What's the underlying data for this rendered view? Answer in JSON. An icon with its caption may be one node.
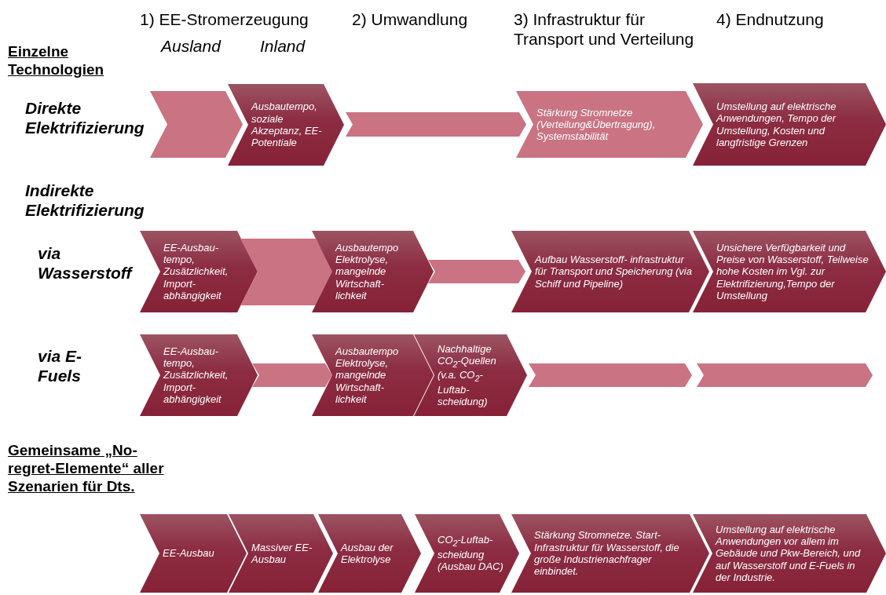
{
  "diagram": {
    "nodes": [
      {
        "text": [],
        "shape": "chevron"
      },
      {
        "text": [
          "Ausbautempo, soziale Akzeptanz, EE-Potentiale"
        ]
      },
      {
        "text": [],
        "shape": "chevron"
      },
      {
        "text": [
          "Stärkung Stromnetze (Verteilung&Übertragung), Systemstabilität"
        ]
      },
      {
        "text": [
          "Umstellung auf elektrische Anwendungen, Tempo der Umstellung, Kosten und langfristige Grenzen"
        ]
      },
      {
        "text": [
          "EE-Ausbau- tempo, Zusätzlichkeit, Import- abhängigkeit"
        ]
      },
      {
        "text": [],
        "shape": "chevron"
      },
      {
        "text": [
          "Ausbautempo Elektrolyse, mangelnde Wirtschaft- lichkeit"
        ]
      },
      {
        "text": [],
        "shape": "chevron"
      },
      {
        "text": [
          "Aufbau Wasserstoff- infrastruktur für Transport und Speicherung (via Schiff und Pipeline)"
        ]
      },
      {
        "text": [
          "Unsichere Verfügbarkeit und Preise von Wasserstoff, Teilweise hohe Kosten im Vgl. zur Elektrifizierung,Tempo der Umstellung"
        ]
      },
      {
        "text": [
          "EE-Ausbau- tempo, Zusätzlichkeit, Import- abhängigkeit"
        ]
      },
      {
        "text": [],
        "shape": "chevron"
      },
      {
        "text": [
          "Ausbautempo Elektrolyse, mangelnde Wirtschaft- lichkeit"
        ]
      },
      {
        "text": [
          "Nachhaltige CO$_{2}$-Quellen (v.a. CO$_{2}$- Luftab- scheidung)"
        ]
      },
      {
        "text": [],
        "shape": "chevron"
      },
      {
        "text": [],
        "shape": "chevron"
      },
      {
        "text": [
          "EE-Ausbau"
        ]
      },
      {
        "text": [
          "Massiver EE- Ausbau"
        ]
      },
      {
        "text": [
          "Ausbau der Elektrolyse"
        ]
      },
      {
        "text": [
          "CO$_{2}$-Luftab- scheidung (Ausbau DAC)"
        ]
      },
      {
        "text": [
          "Stärkung Stromnetze. Start-Infrastruktur für Wasserstoff, die große Industrienachfrager einbindet."
        ]
      },
      {
        "text": [
          "Umstellung auf elektrische Anwendungen vor allem im Gebäude und Pkw-Bereich, und auf Wasserstoff und E-Fuels in der Industrie."
        ]
      }
    ],
    "labels": [
      "1) EE-Stromerzeugung",
      "2) Umwandlung",
      "3) Infrastruktur für Transport und Verteilung",
      "4) Endnutzung",
      "Ausland",
      "Inland",
      "Einzelne Technologien",
      "Direkte Elektrifizierung",
      "Indirekte Elektrifizierung",
      "via Wasserstoff",
      "via E-Fuels",
      "Gemeinsame „No-regret-Elemente“ aller Szenarien für Dts."
    ]
  }
}
